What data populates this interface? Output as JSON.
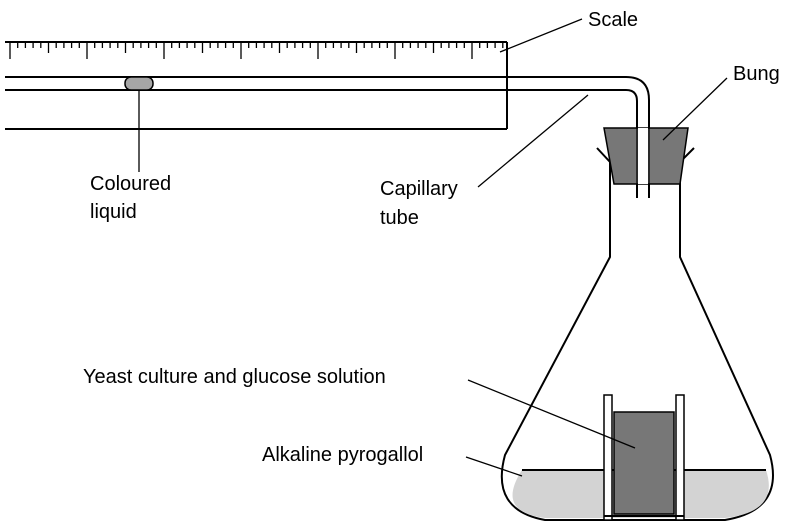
{
  "labels": {
    "scale": "Scale",
    "bung": "Bung",
    "coloured_line1": "Coloured",
    "coloured_line2": "liquid",
    "capillary_line1": "Capillary",
    "capillary_line2": "tube",
    "yeast": "Yeast culture and glucose solution",
    "pyrogallol": "Alkaline pyrogallol"
  },
  "colors": {
    "bung": "#777777",
    "liquid_drop": "#a6a6a6",
    "pyrogallol": "#d3d3d3",
    "yeast_culture": "#777777",
    "outline": "#000000"
  }
}
